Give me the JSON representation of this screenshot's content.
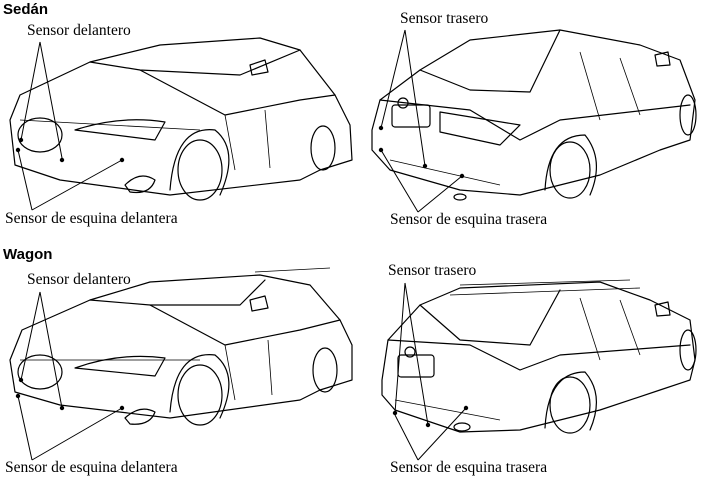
{
  "sections": [
    {
      "title": "Sedán",
      "front": {
        "top_label": "Sensor delantero",
        "bottom_label": "Sensor de esquina delantera"
      },
      "rear": {
        "top_label": "Sensor trasero",
        "bottom_label": "Sensor de esquina trasera"
      }
    },
    {
      "title": "Wagon",
      "front": {
        "top_label": "Sensor delantero",
        "bottom_label": "Sensor de esquina delantera"
      },
      "rear": {
        "top_label": "Sensor trasero",
        "bottom_label": "Sensor de esquina trasera"
      }
    }
  ]
}
